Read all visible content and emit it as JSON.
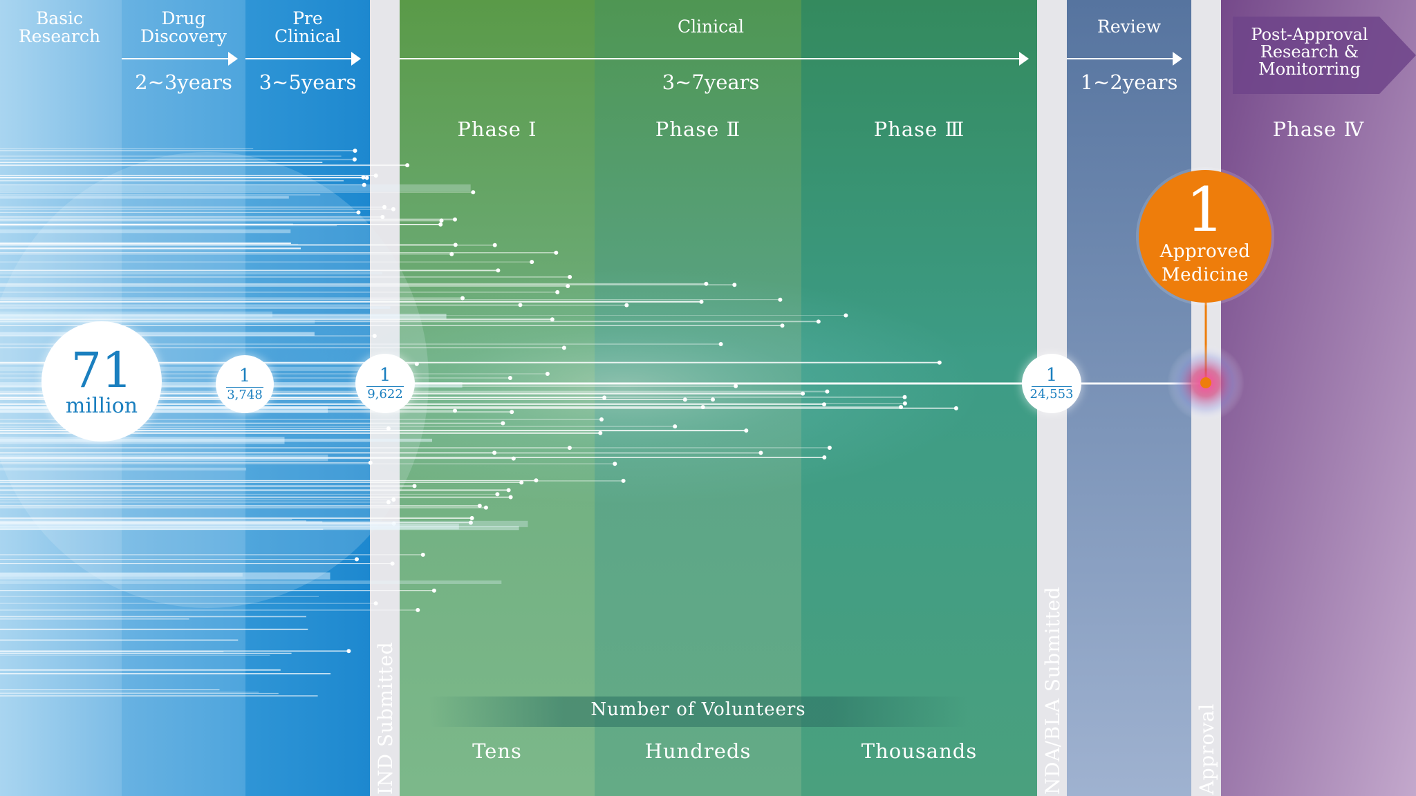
{
  "stages": {
    "basic_research": "Basic\nResearch",
    "drug_discovery": "Drug\nDiscovery",
    "preclinical": "Pre\nClinical",
    "clinical": "Clinical",
    "review": "Review",
    "post_approval": "Post-Approval\nResearch &\nMonitorring"
  },
  "durations": {
    "drug_discovery": "2~3years",
    "preclinical": "3~5years",
    "clinical": "3~7years",
    "review": "1~2years"
  },
  "phases": {
    "phase1": "Phase Ⅰ",
    "phase2": "Phase Ⅱ",
    "phase3": "Phase Ⅲ",
    "phase4": "Phase Ⅳ"
  },
  "milestones": {
    "ind": "IND Submitted",
    "nda": "NDA/BLA Submitted",
    "approval": "Approval"
  },
  "counts": {
    "start": {
      "value": "71",
      "unit": "million"
    },
    "discovery": {
      "numerator": "1",
      "denominator": "3,748"
    },
    "ind": {
      "numerator": "1",
      "denominator": "9,622"
    },
    "nda": {
      "numerator": "1",
      "denominator": "24,553"
    }
  },
  "approved": {
    "value": "1",
    "label": "Approved\nMedicine"
  },
  "volunteers": {
    "title": "Number of Volunteers",
    "phase1": "Tens",
    "phase2": "Hundreds",
    "phase3": "Thousands"
  },
  "colors": {
    "research_blue": "#1a7fbf",
    "clinical_green": "#3d9a6a",
    "review_blue": "#5b78a8",
    "post_purple": "#8a5a9a",
    "approval_orange": "#ee7d0b",
    "divider": "#e6e6ea"
  }
}
